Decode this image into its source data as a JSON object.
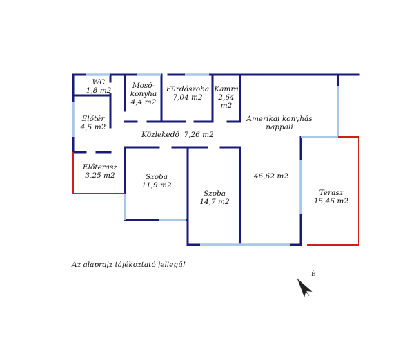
{
  "rooms": {
    "wc": {
      "name": "WC",
      "area": "1,8 m2"
    },
    "moso": {
      "name_line1": "Mosó-",
      "name_line2": "konyha",
      "area": "4,4 m2"
    },
    "furdo": {
      "name": "Fürdőszoba",
      "area": "7,04 m2"
    },
    "kamra": {
      "name": "Kamra",
      "area_line1": "2,64",
      "area_line2": "m2"
    },
    "eloter": {
      "name": "Előtér",
      "area": "4,5 m2"
    },
    "kozlekedo": {
      "label": "Közlekedő  7,26 m2"
    },
    "nappali": {
      "name_line1": "Amerikai konyhás",
      "name_line2": "nappali",
      "area": "46,62 m2"
    },
    "eloterasz": {
      "name": "Előterasz",
      "area": "3,25 m2"
    },
    "szoba1": {
      "name": "Szoba",
      "area": "11,9 m2"
    },
    "szoba2": {
      "name": "Szoba",
      "area": "14,7 m2"
    },
    "terasz": {
      "name": "Terasz",
      "area": "15,46 m2"
    }
  },
  "note": "Az alaprajz tájékoztató jellegű!",
  "compass": {
    "label": "É"
  },
  "colors": {
    "wall": "#1a1a7a",
    "window": "#a9c7e6",
    "terrace": "#d21d1d"
  }
}
